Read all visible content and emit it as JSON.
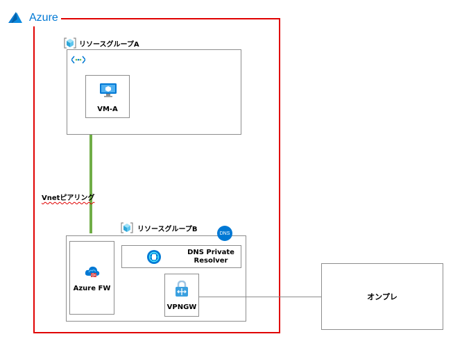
{
  "azure": {
    "title": "Azure"
  },
  "resource_group_a": {
    "label": "リソースグループA",
    "vm": {
      "label": "VM-A",
      "icon": "virtual-machine-icon"
    },
    "vnet_icon": "vnet-icon"
  },
  "peering": {
    "label": "Vnetピアリング"
  },
  "resource_group_b": {
    "label": "リソースグループB",
    "dns_badge": "DNS",
    "azure_fw": {
      "label": "Azure FW",
      "icon": "firewall-icon"
    },
    "dns_resolver": {
      "label_line1": "DNS Private",
      "label_line2": "Resolver",
      "icon": "dns-resolver-icon"
    },
    "vpngw": {
      "label": "VPNGW",
      "icon": "vpn-gateway-icon"
    }
  },
  "onprem": {
    "label": "オンプレ"
  },
  "colors": {
    "azure_border": "#e00000",
    "azure_blue": "#0078d4",
    "peering_line": "#70ad47",
    "box_border": "#8c8c8c"
  }
}
